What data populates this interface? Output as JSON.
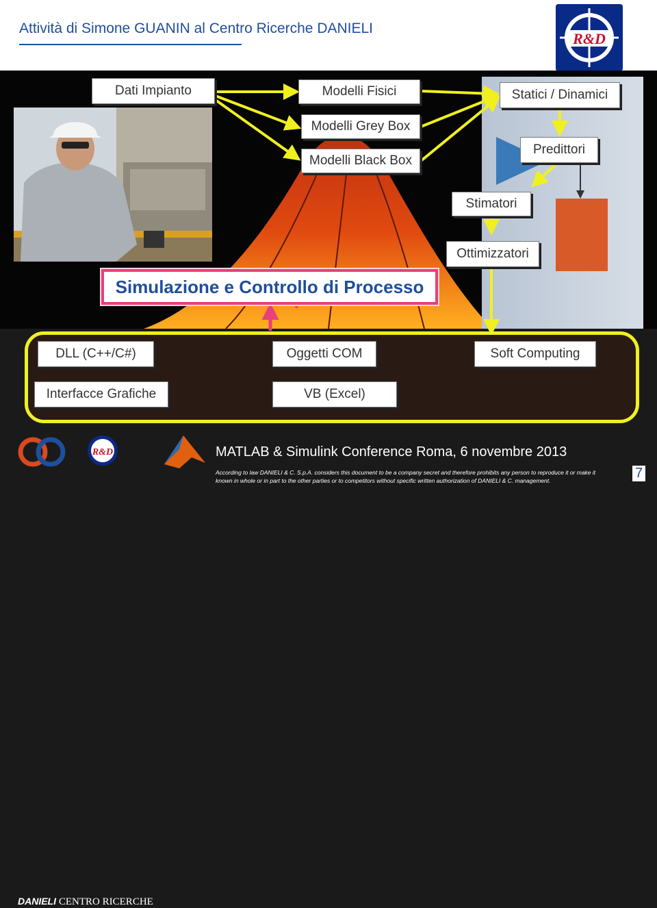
{
  "header": {
    "title": "Attività di Simone GUANIN al Centro Ricerche DANIELI",
    "logo_text": "R&D"
  },
  "boxes": {
    "dati_impianto": "Dati Impianto",
    "modelli_fisici": "Modelli Fisici",
    "modelli_grey_box": "Modelli Grey Box",
    "modelli_black_box": "Modelli Black Box",
    "statici_dinamici": "Statici / Dinamici",
    "predittori": "Predittori",
    "stimatori": "Stimatori",
    "ottimizzatori": "Ottimizzatori",
    "simulazione": "Simulazione e Controllo di Processo"
  },
  "bottom": {
    "dll": "DLL (C++/C#)",
    "oggetti_com": "Oggetti COM",
    "soft_computing": "Soft Computing",
    "interfacce_grafiche": "Interfacce Grafiche",
    "vb_excel": "VB (Excel)"
  },
  "footer": {
    "conference": "MATLAB  &  Simulink Conference  Roma, 6 novembre 2013",
    "legal": "According to law DANIELI & C. S.p.A. considers this document to be a company secret and therefore prohibits any person to reproduce it or make it known in whole or in part to the other parties or to competitors without specific written authorization of DANIELI & C. management.",
    "danieli": "DANIELI",
    "centro_ricerche": "CENTRO RICERCHE",
    "page_number": "7",
    "logo_text": "R&D"
  },
  "colors": {
    "title_blue": "#1f4e9c",
    "arrow_yellow": "#f0f020",
    "highlight_pink": "#e8407a",
    "logo_blue": "#0a2a88"
  }
}
